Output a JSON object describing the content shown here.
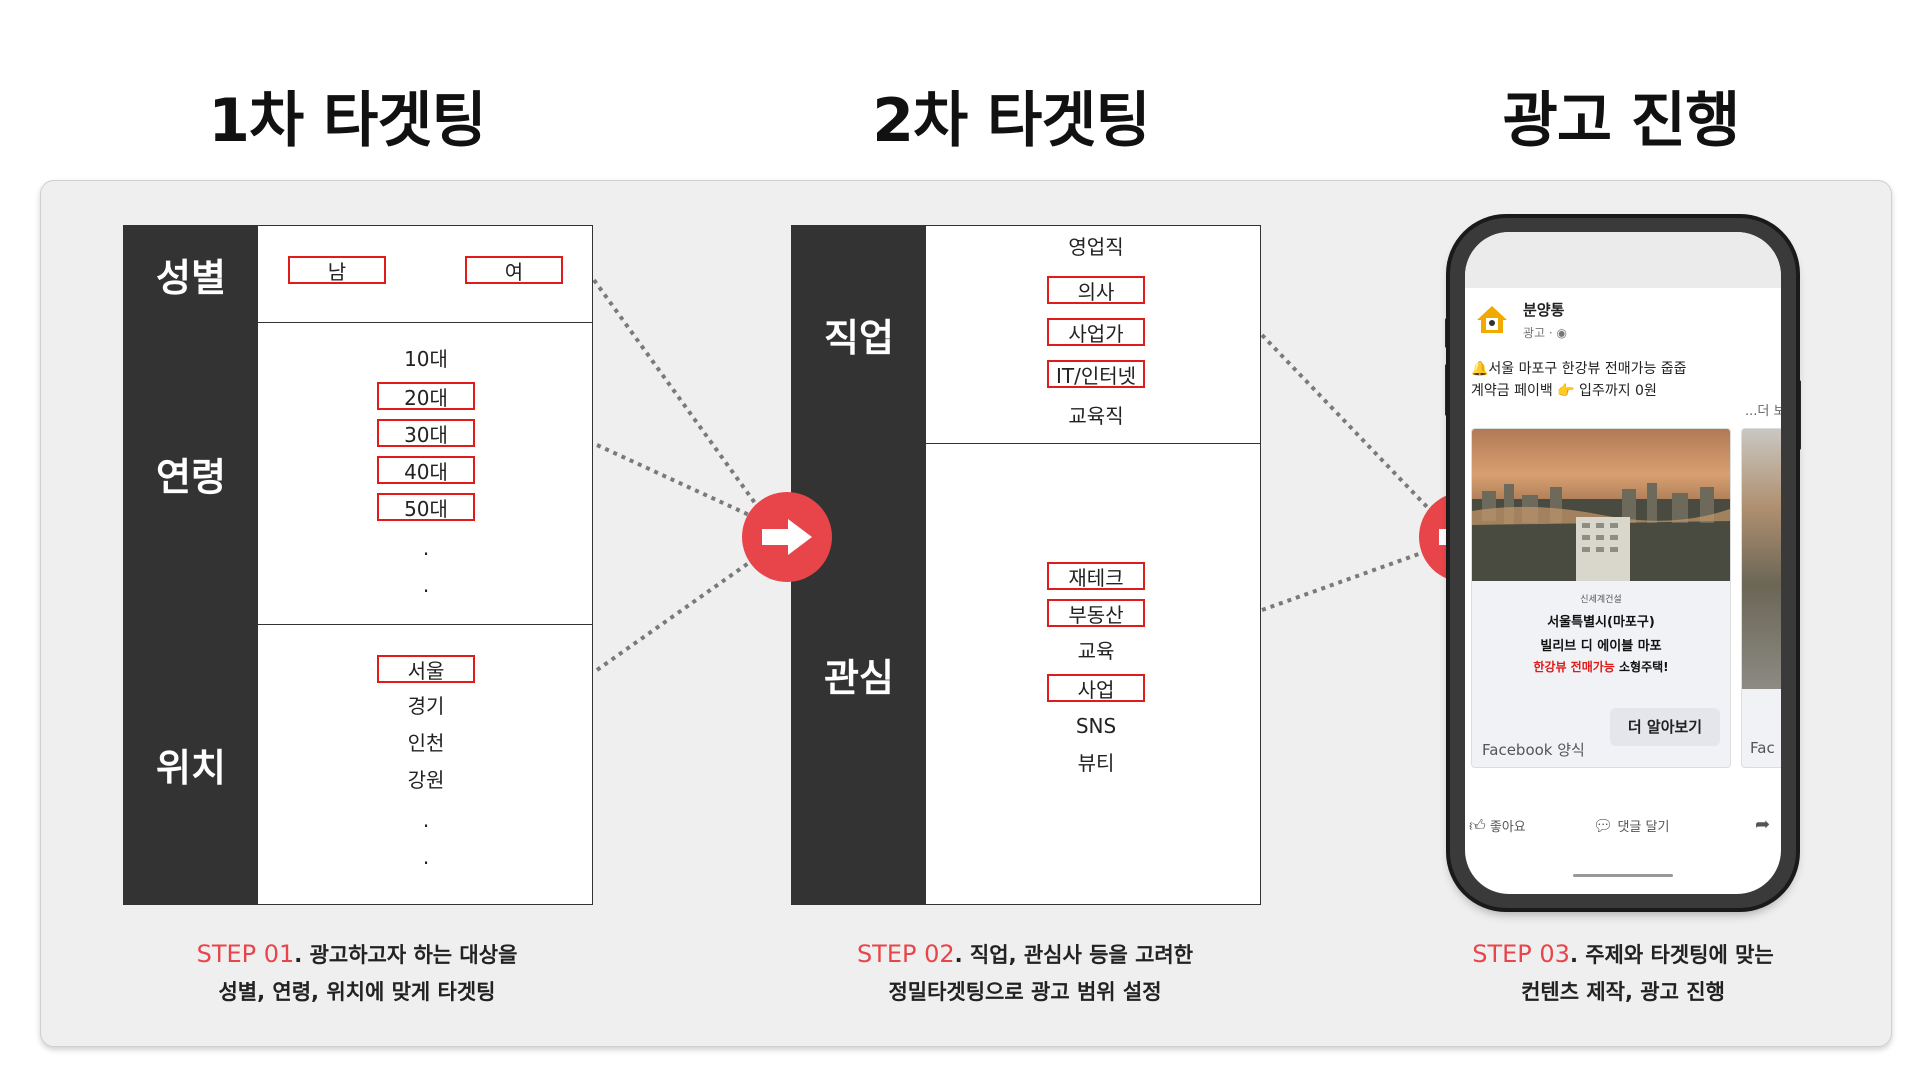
{
  "titles": [
    "1차 타겟팅",
    "2차 타겟팅",
    "광고 진행"
  ],
  "table1": {
    "rows": [
      {
        "header": "성별",
        "items": [
          {
            "text": "남",
            "hl": true
          },
          {
            "text": "여",
            "hl": true
          }
        ]
      },
      {
        "header": "연령",
        "items": [
          {
            "text": "10대",
            "hl": false
          },
          {
            "text": "20대",
            "hl": true
          },
          {
            "text": "30대",
            "hl": true
          },
          {
            "text": "40대",
            "hl": true
          },
          {
            "text": "50대",
            "hl": true
          },
          {
            "text": ".",
            "hl": false
          },
          {
            "text": ".",
            "hl": false
          }
        ]
      },
      {
        "header": "위치",
        "items": [
          {
            "text": "서울",
            "hl": true
          },
          {
            "text": "경기",
            "hl": false
          },
          {
            "text": "인천",
            "hl": false
          },
          {
            "text": "강원",
            "hl": false
          },
          {
            "text": ".",
            "hl": false
          },
          {
            "text": ".",
            "hl": false
          }
        ]
      }
    ]
  },
  "table2": {
    "rows": [
      {
        "header": "직업",
        "items": [
          {
            "text": "영업직",
            "hl": false
          },
          {
            "text": "의사",
            "hl": true
          },
          {
            "text": "사업가",
            "hl": true
          },
          {
            "text": "IT/인터넷",
            "hl": true
          },
          {
            "text": "교육직",
            "hl": false
          }
        ]
      },
      {
        "header": "관심",
        "items": [
          {
            "text": "재테크",
            "hl": true
          },
          {
            "text": "부동산",
            "hl": true
          },
          {
            "text": "교육",
            "hl": false
          },
          {
            "text": "사업",
            "hl": true
          },
          {
            "text": "SNS",
            "hl": false
          },
          {
            "text": "뷰티",
            "hl": false
          }
        ]
      }
    ]
  },
  "steps": [
    {
      "num": "STEP 01",
      "line1": ". 광고하고자 하는 대상을",
      "line2": "성별, 연령, 위치에 맞게 타겟팅"
    },
    {
      "num": "STEP 02",
      "line1": ". 직업, 관심사 등을 고려한",
      "line2": "정밀타겟팅으로 광고 범위 설정"
    },
    {
      "num": "STEP 03",
      "line1": ". 주제와 타겟팅에 맞는",
      "line2": "컨텐츠 제작, 광고 진행"
    }
  ],
  "ad": {
    "page_name": "분양통",
    "sponsored": "광고 · ",
    "body_line1": "🔔서울 마포구 한강뷰 전매가능 줍줍",
    "body_line2": "계약금 페이백 👉 입주까지 0원",
    "more": "...더 보",
    "card_logo": "신세계건설",
    "card_line1": "서울특별시(마포구)",
    "card_line2": "빌리브 디 에이블 마포",
    "card_line3_red": "한강뷰 전매가능",
    "card_line3_rest": " 소형주택!",
    "card_source": "Facebook 양식",
    "cta": "더 알아보기",
    "card2_source": "Fac",
    "like": "좋아요",
    "comment": "댓글 달기"
  },
  "colors": {
    "accent": "#e8454a",
    "highlight": "#e11a1a",
    "header": "#333333",
    "panel": "#efefef"
  }
}
